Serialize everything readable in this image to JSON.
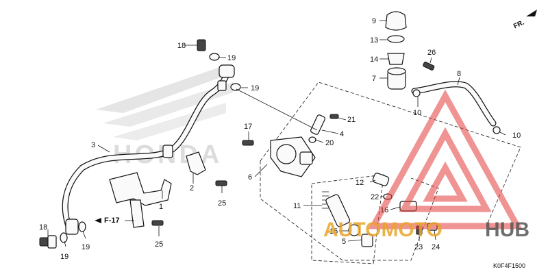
{
  "diagram": {
    "figure_code": "K0F4F1500",
    "front_indicator": "FR.",
    "frame_ref": "F-17",
    "part_labels": [
      "1",
      "2",
      "3",
      "4",
      "5",
      "6",
      "7",
      "8",
      "9",
      "10",
      "10",
      "11",
      "12",
      "13",
      "14",
      "15",
      "16",
      "17",
      "18",
      "18",
      "19",
      "19",
      "19",
      "19",
      "20",
      "21",
      "22",
      "23",
      "24",
      "25",
      "25",
      "26"
    ]
  },
  "background_logo": {
    "brand_text": "HONDA"
  },
  "watermark": {
    "brand_text_part1": "AUTOMOTO",
    "brand_text_part2": "HUB",
    "colors": {
      "red": "#e23a3a",
      "orange": "#e8a52a",
      "gray": "#555555"
    }
  }
}
